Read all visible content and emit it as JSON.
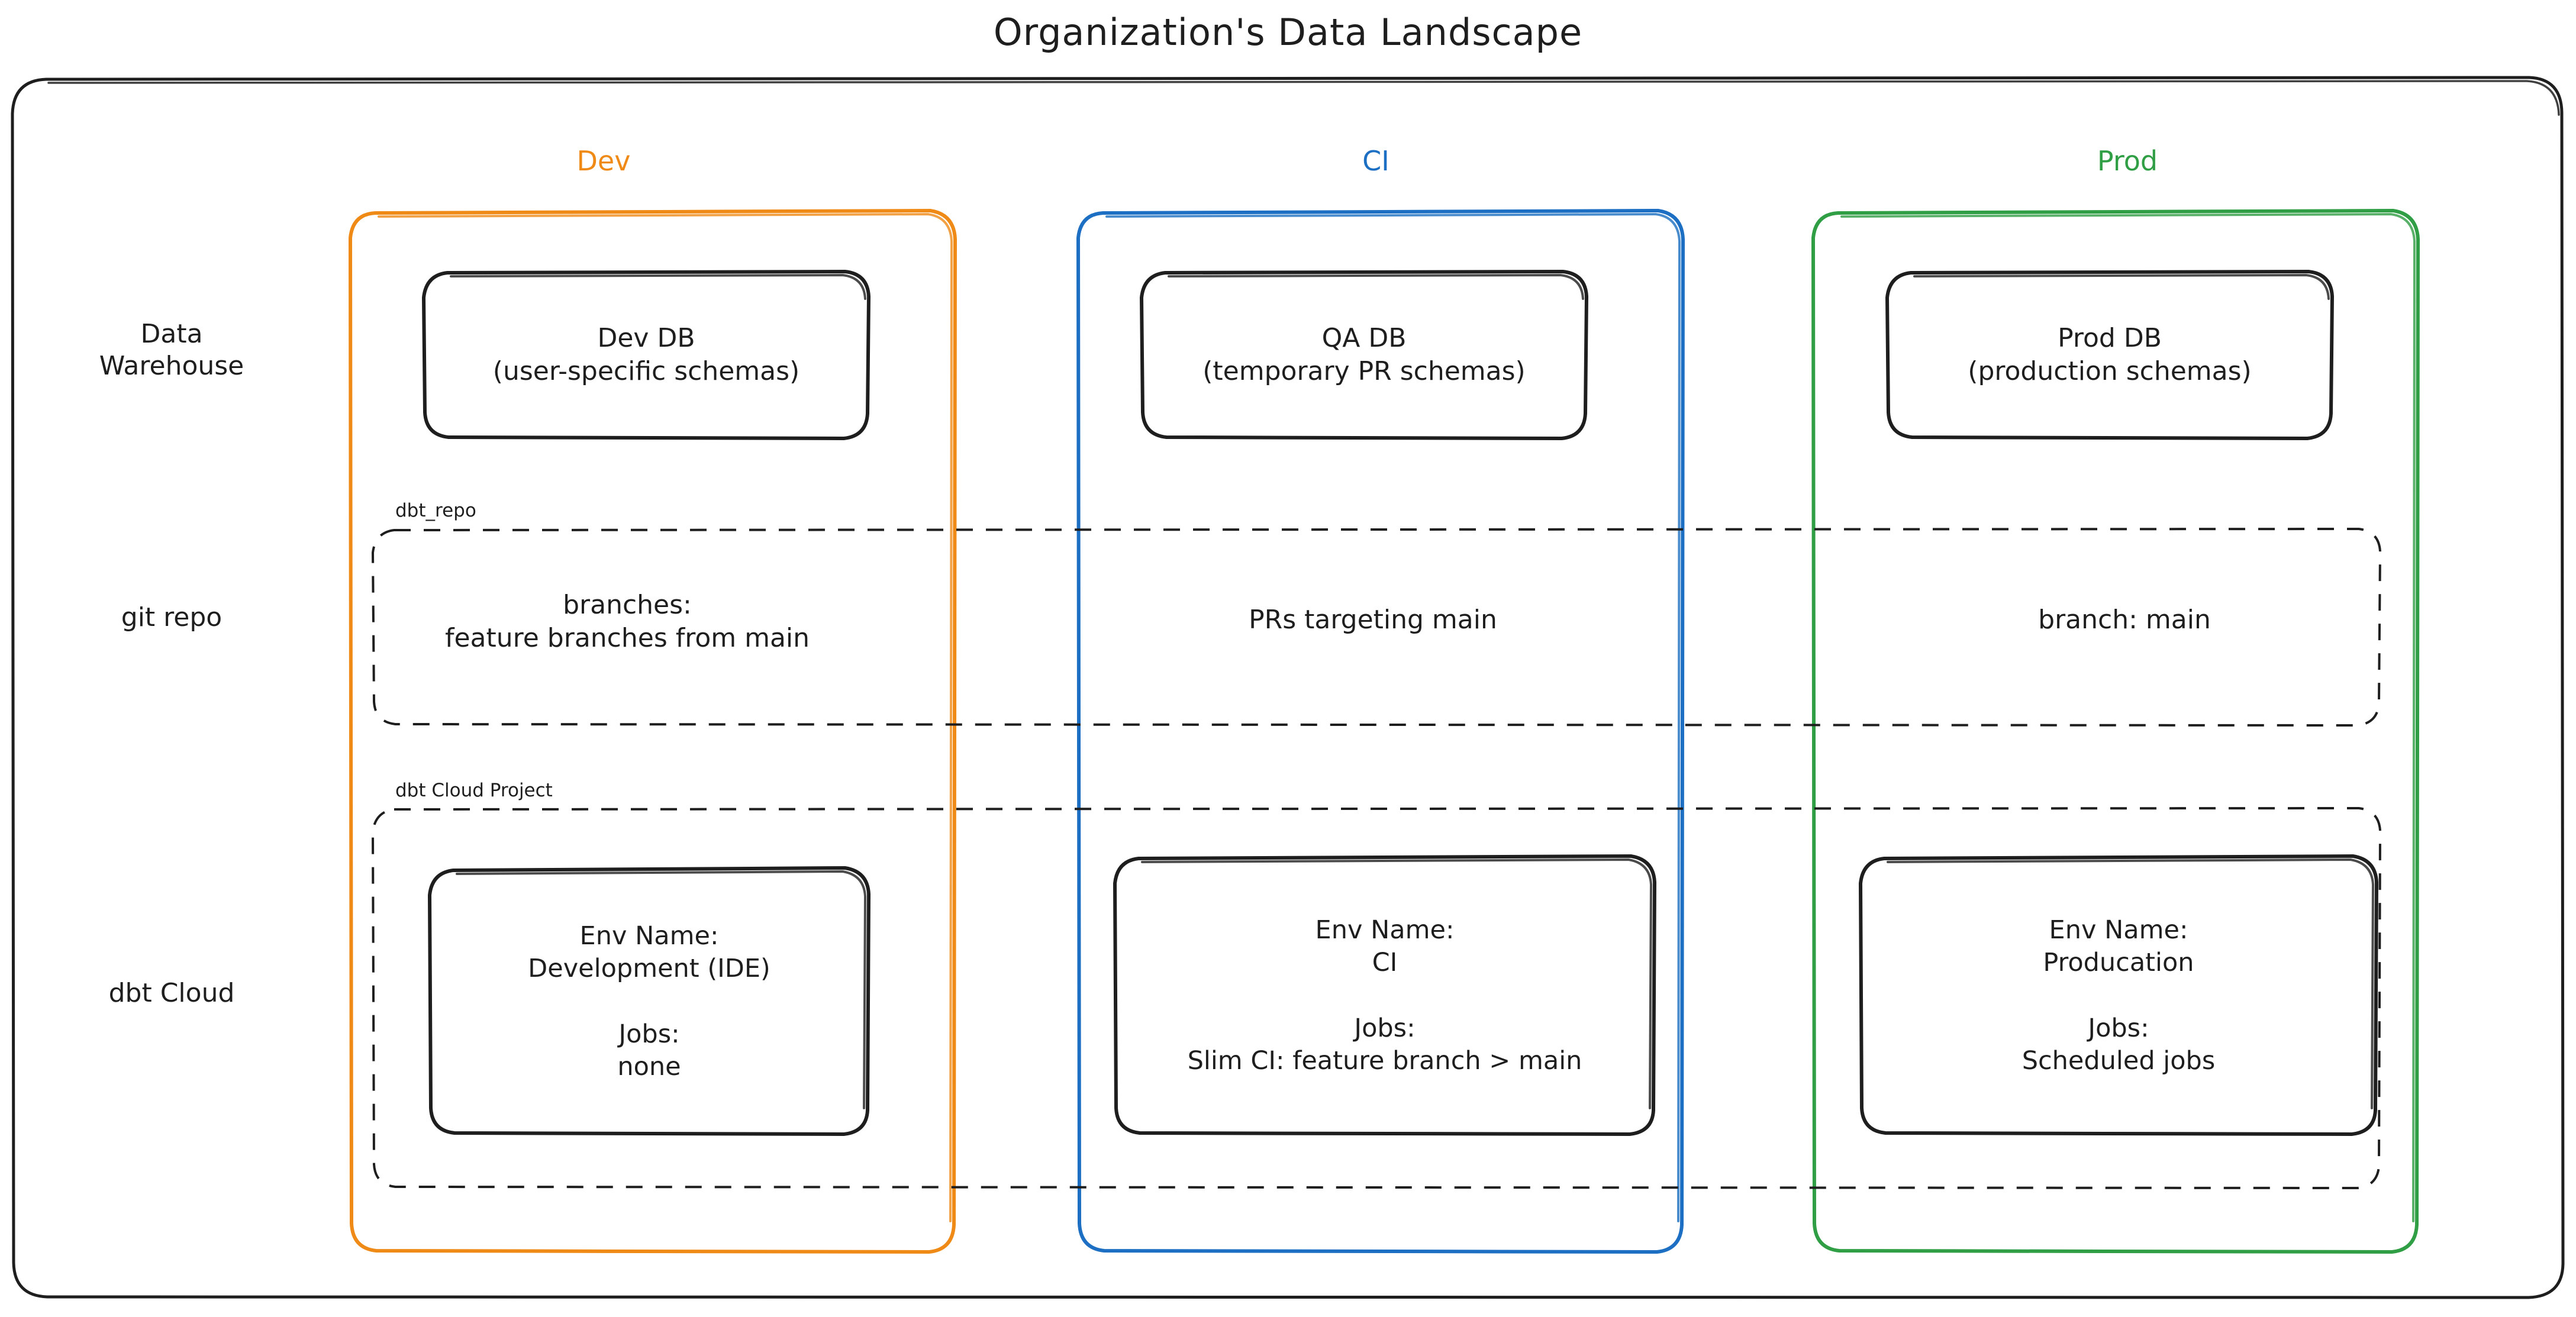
{
  "title": "Organization's Data Landscape",
  "colors": {
    "dev": "#ef8a17",
    "ci": "#1c6fc2",
    "prod": "#2f9e44",
    "stroke": "#1e1e1e",
    "background": "#ffffff"
  },
  "columns": [
    {
      "key": "dev",
      "label": "Dev"
    },
    {
      "key": "ci",
      "label": "CI"
    },
    {
      "key": "prod",
      "label": "Prod"
    }
  ],
  "rows": [
    {
      "key": "warehouse",
      "label": "Data\nWarehouse"
    },
    {
      "key": "gitrepo",
      "label": "git repo"
    },
    {
      "key": "dbtcloud",
      "label": "dbt Cloud"
    }
  ],
  "groups": {
    "repo": {
      "label": "dbt_repo"
    },
    "cloud": {
      "label": "dbt Cloud Project"
    }
  },
  "warehouse": {
    "dev": "Dev DB\n(user-specific schemas)",
    "ci": "QA DB\n(temporary PR schemas)",
    "prod": "Prod DB\n(production schemas)"
  },
  "gitrepo": {
    "dev": "branches:\nfeature branches from main",
    "ci": "PRs targeting main",
    "prod": "branch: main"
  },
  "dbtcloud": {
    "dev": "Env Name:\nDevelopment (IDE)\n\nJobs:\nnone",
    "ci": "Env Name:\nCI\n\nJobs:\nSlim CI: feature branch > main",
    "prod": "Env Name:\nProducation\n\nJobs:\nScheduled jobs"
  }
}
